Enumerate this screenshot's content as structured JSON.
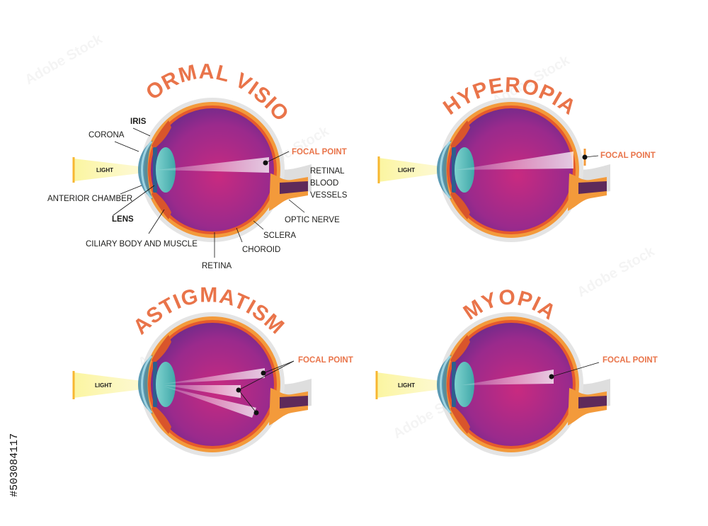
{
  "panels": {
    "normal": {
      "title": "NORMAL VISION",
      "labels": {
        "iris": "IRIS",
        "corona": "CORONA",
        "light": "LIGHT",
        "anterior_chamber": "ANTERIOR CHAMBER",
        "lens": "LENS",
        "ciliary": "CILIARY BODY AND MUSCLE",
        "retina": "RETINA",
        "choroid": "CHOROID",
        "sclera": "SCLERA",
        "optic_nerve": "OPTIC NERVE",
        "retinal_1": "RETINAL",
        "retinal_2": "BLOOD",
        "retinal_3": "VESSELS",
        "focal_point": "FOCAL POINT"
      }
    },
    "hyperopia": {
      "title": "HYPEROPIA",
      "light": "LIGHT",
      "focal_point": "FOCAL POINT"
    },
    "astigmatism": {
      "title": "ASTIGMATISM",
      "light": "LIGHT",
      "focal_point": "FOCAL POINT"
    },
    "myopia": {
      "title": "MYOPIA",
      "light": "LIGHT",
      "focal_point": "FOCAL POINT"
    }
  },
  "stock_id": "#503084117",
  "watermark": "Adobe Stock",
  "colors": {
    "title": "#e9744a",
    "eyeball_inner": "#8e2590",
    "eyeball_outer": "#c02c7d",
    "sclera": "#f39a3b",
    "lens": "#5ec3c2",
    "light_beam": "#fbf4a8",
    "focal_text": "#e9744a"
  }
}
